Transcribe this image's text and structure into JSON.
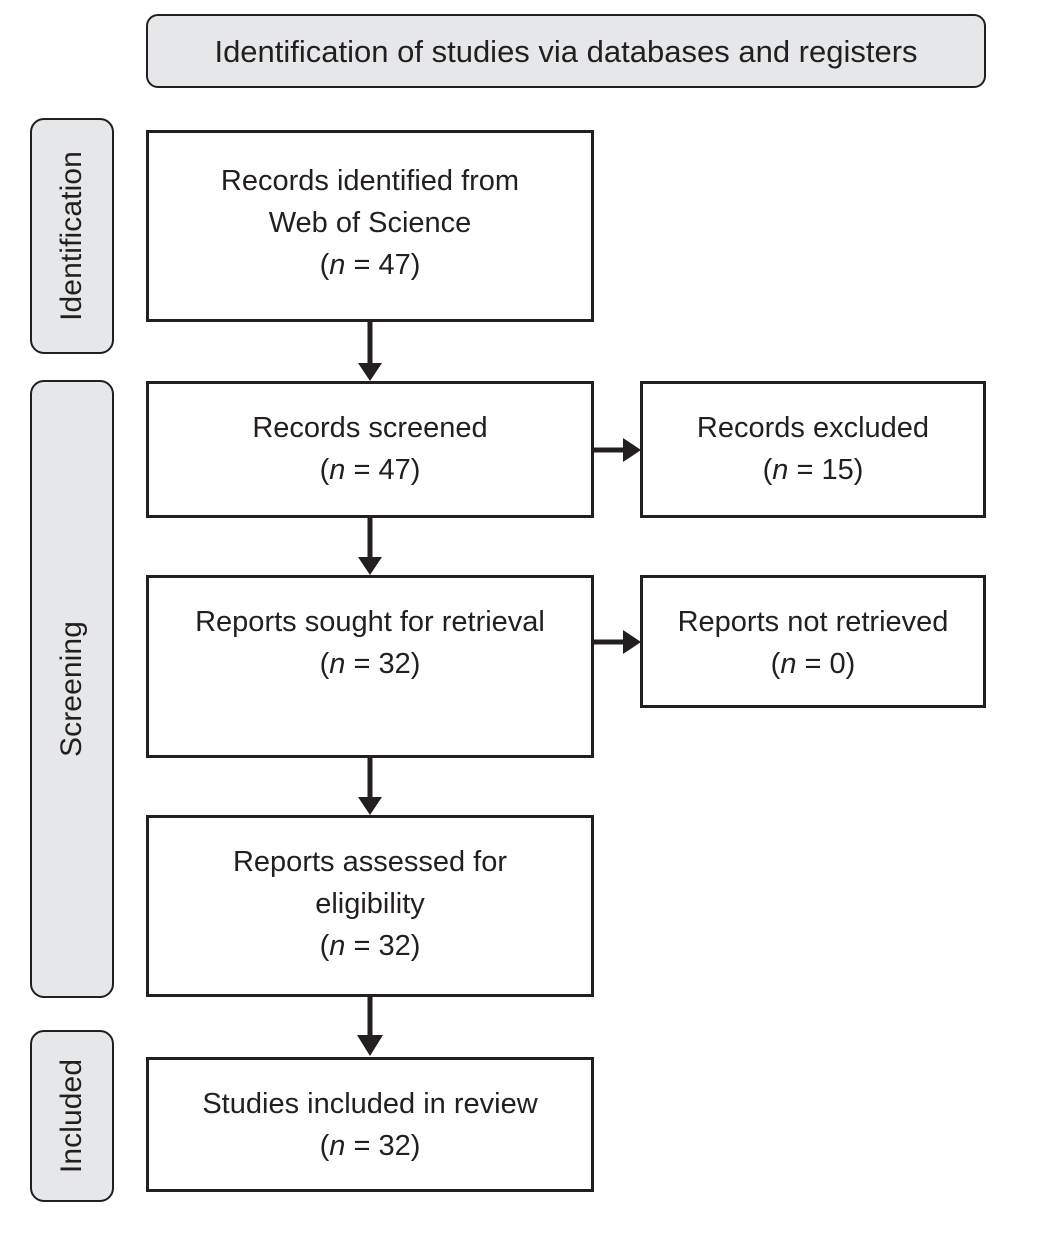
{
  "header": {
    "title": "Identification of studies via databases and registers"
  },
  "stages": [
    {
      "id": "identification",
      "label": "Identification"
    },
    {
      "id": "screening",
      "label": "Screening"
    },
    {
      "id": "included",
      "label": "Included"
    }
  ],
  "boxes": {
    "records_identified": {
      "lines": [
        "Records identified from",
        "Web of Science"
      ],
      "count_prefix": "(",
      "count_n": "n",
      "count_eq": " = ",
      "count_value": "47",
      "count_suffix": ")"
    },
    "records_screened": {
      "lines": [
        "Records screened"
      ],
      "count_prefix": "(",
      "count_n": "n",
      "count_eq": " = ",
      "count_value": "47",
      "count_suffix": ")"
    },
    "records_excluded": {
      "lines": [
        "Records excluded"
      ],
      "count_prefix": "(",
      "count_n": "n",
      "count_eq": " = ",
      "count_value": "15",
      "count_suffix": ")"
    },
    "reports_sought": {
      "lines": [
        "Reports sought for retrieval"
      ],
      "count_prefix": "(",
      "count_n": "n",
      "count_eq": " = ",
      "count_value": "32",
      "count_suffix": ")"
    },
    "reports_not_retrieved": {
      "lines": [
        "Reports not retrieved"
      ],
      "count_prefix": "(",
      "count_n": "n",
      "count_eq": " = ",
      "count_value": "0",
      "count_suffix": ")"
    },
    "reports_assessed": {
      "lines": [
        "Reports assessed for",
        "eligibility"
      ],
      "count_prefix": "(",
      "count_n": "n",
      "count_eq": " = ",
      "count_value": "32",
      "count_suffix": ")"
    },
    "studies_included": {
      "lines": [
        "Studies included in review"
      ],
      "count_prefix": "(",
      "count_n": "n",
      "count_eq": " = ",
      "count_value": "32",
      "count_suffix": ")"
    }
  },
  "colors": {
    "stroke": "#231f20",
    "band_fill": "#e6e7e8",
    "box_fill": "#ffffff",
    "page_bg": "#ffffff"
  }
}
